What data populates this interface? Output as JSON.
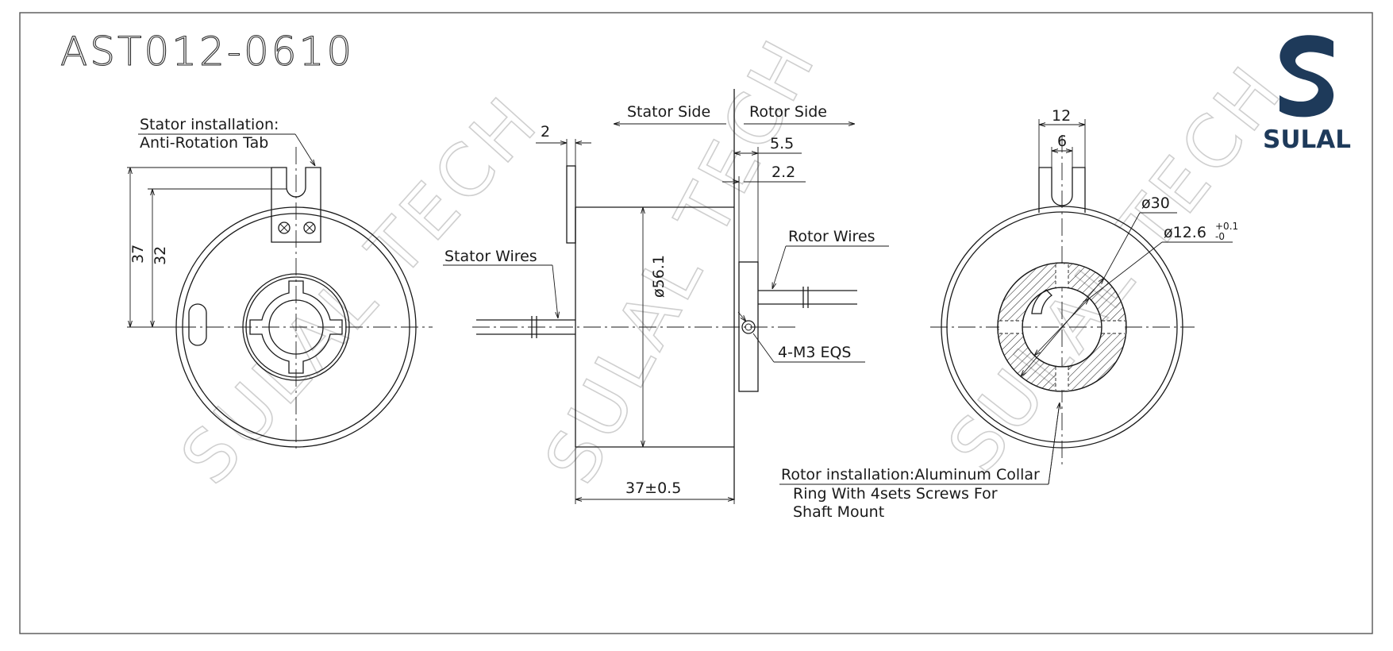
{
  "title": "AST012-0610",
  "brand": {
    "name": "SULAL",
    "color": "#1e3a5a"
  },
  "watermark": "SULAL TECH",
  "left_view": {
    "note_line1": "Stator installation:",
    "note_line2": "Anti-Rotation Tab",
    "dim_37": "37",
    "dim_32": "32"
  },
  "side_view": {
    "stator_side": "Stator Side",
    "rotor_side": "Rotor Side",
    "dim_2": "2",
    "dim_5_5": "5.5",
    "dim_2_2": "2.2",
    "dim_diameter": "ø56.1",
    "dim_length": "37±0.5",
    "stator_wires": "Stator Wires",
    "rotor_wires": "Rotor Wires",
    "screw_note": "4-M3 EQS"
  },
  "right_view": {
    "dim_12": "12",
    "dim_6": "6",
    "dim_d30": "ø30",
    "dim_d12_6": "ø12.6",
    "tol_upper": "+0.1",
    "tol_lower": "-0",
    "note_line1": "Rotor installation:Aluminum Collar",
    "note_line2": "Ring With 4sets Screws For",
    "note_line3": "Shaft Mount"
  }
}
